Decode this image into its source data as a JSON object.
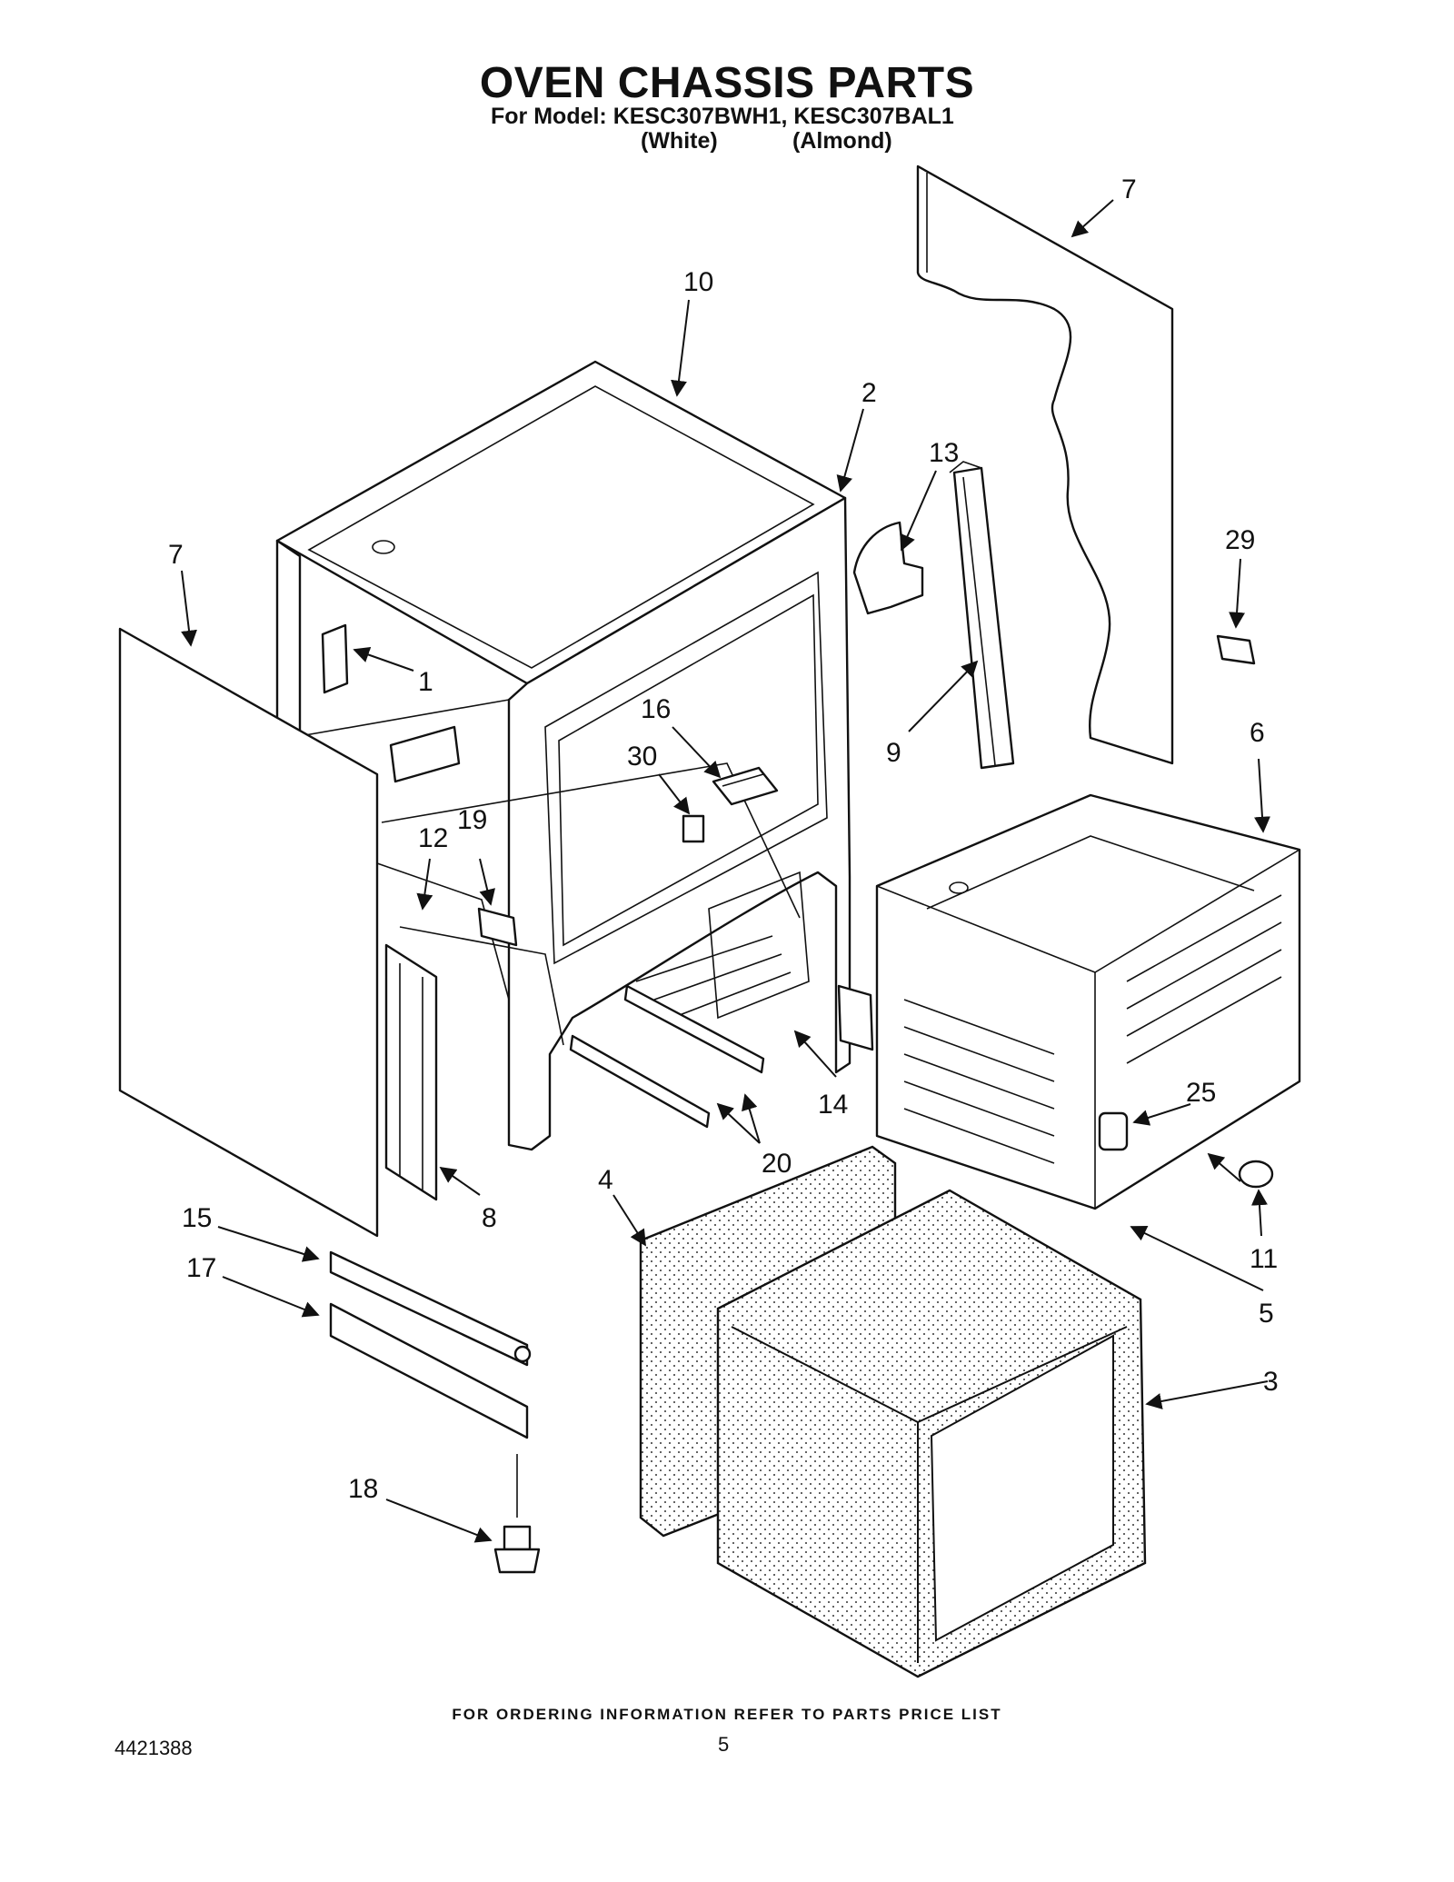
{
  "header": {
    "title": "OVEN CHASSIS PARTS",
    "model_line": "For Model: KESC307BWH1, KESC307BAL1",
    "variants": [
      "(White)",
      "(Almond)"
    ]
  },
  "callouts": [
    "1",
    "2",
    "3",
    "4",
    "5",
    "6",
    "7",
    "7",
    "8",
    "9",
    "10",
    "11",
    "12",
    "13",
    "14",
    "15",
    "16",
    "17",
    "18",
    "19",
    "20",
    "25",
    "29",
    "30"
  ],
  "footer": {
    "ordering_note": "FOR ORDERING INFORMATION REFER TO PARTS PRICE LIST",
    "document_number": "4421388",
    "page_number": "5"
  }
}
